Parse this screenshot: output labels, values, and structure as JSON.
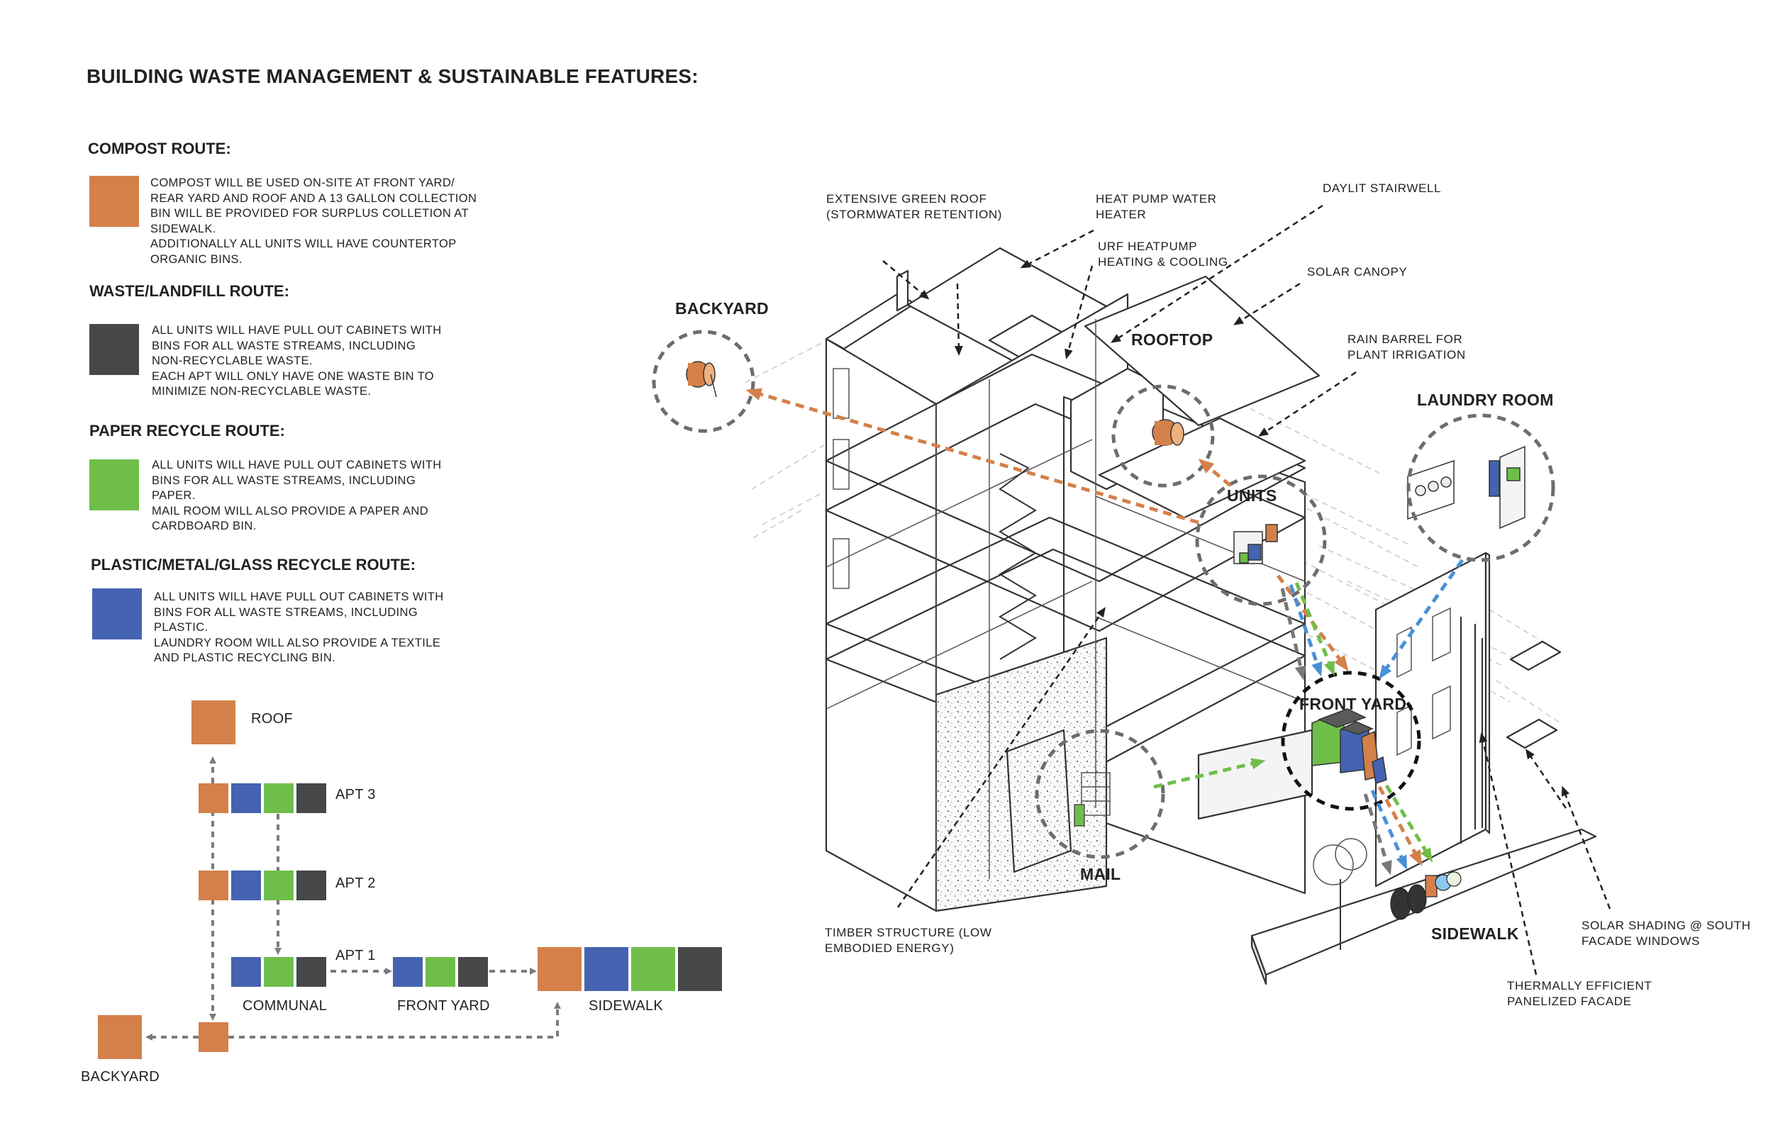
{
  "title": "BUILDING WASTE MANAGEMENT & SUSTAINABLE FEATURES:",
  "colors": {
    "compost": "#d4804a",
    "waste": "#464749",
    "paper": "#6fbe4a",
    "plastic": "#4463b0"
  },
  "routes": [
    {
      "heading": "COMPOST ROUTE:",
      "color": "#d4804a",
      "text": "COMPOST WILL BE USED ON-SITE AT FRONT YARD/\nREAR YARD AND ROOF AND A 13 GALLON COLLECTION\nBIN WILL BE PROVIDED FOR SURPLUS COLLETION AT\nSIDEWALK.\nADDITIONALLY ALL UNITS WILL HAVE COUNTERTOP\nORGANIC BINS."
    },
    {
      "heading": "WASTE/LANDFILL ROUTE:",
      "color": "#464749",
      "text": "ALL UNITS WILL HAVE PULL OUT CABINETS WITH\nBINS FOR ALL WASTE STREAMS, INCLUDING\nNON-RECYCLABLE WASTE.\nEACH APT WILL ONLY HAVE ONE WASTE BIN TO\nMINIMIZE NON-RECYCLABLE  WASTE."
    },
    {
      "heading": "PAPER RECYCLE ROUTE:",
      "color": "#6fbe4a",
      "text": "ALL UNITS WILL HAVE PULL OUT CABINETS WITH\nBINS FOR ALL WASTE STREAMS, INCLUDING\nPAPER.\nMAIL ROOM WILL ALSO PROVIDE A PAPER AND\nCARDBOARD BIN."
    },
    {
      "heading": "PLASTIC/METAL/GLASS RECYCLE ROUTE:",
      "color": "#4463b0",
      "text": "ALL UNITS WILL HAVE PULL OUT CABINETS WITH\nBINS FOR ALL WASTE STREAMS, INCLUDING\nPLASTIC.\nLAUNDRY ROOM WILL ALSO PROVIDE A TEXTILE\nAND PLASTIC RECYCLING BIN."
    }
  ],
  "flow": {
    "roof": "ROOF",
    "apt3": "APT 3",
    "apt2": "APT 2",
    "apt1": "APT 1",
    "communal": "COMMUNAL",
    "front_yard": "FRONT YARD",
    "sidewalk": "SIDEWALK",
    "backyard": "BACKYARD"
  },
  "diagram_labels": {
    "green_roof": "EXTENSIVE GREEN ROOF\n(STORMWATER RETENTION)",
    "heat_pump": "HEAT PUMP WATER\nHEATER",
    "urf": "URF HEATPUMP\nHEATING & COOLING",
    "stairwell": "DAYLIT STAIRWELL",
    "solar_canopy": "SOLAR CANOPY",
    "rain_barrel": "RAIN BARREL FOR\nPLANT IRRIGATION",
    "timber": "TIMBER STRUCTURE (LOW\nEMBODIED ENERGY)",
    "thermal": "THERMALLY EFFICIENT\nPANELIZED FACADE",
    "solar_shading": "SOLAR SHADING @ SOUTH\nFACADE WINDOWS"
  },
  "zones": {
    "backyard": "BACKYARD",
    "rooftop": "ROOFTOP",
    "units": "UNITS",
    "laundry": "LAUNDRY ROOM",
    "front_yard": "FRONT YARD",
    "mail": "MAIL",
    "sidewalk": "SIDEWALK"
  }
}
